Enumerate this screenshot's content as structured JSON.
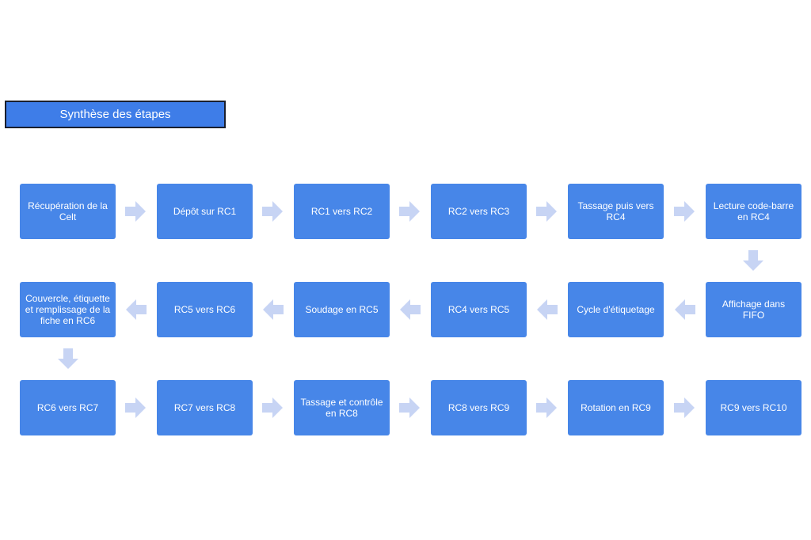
{
  "title": "Synthèse des étapes",
  "colors": {
    "step_fill": "#4786e8",
    "arrow_fill": "#c7d4f4",
    "title_border": "#1a1f2e"
  },
  "steps": [
    "Récupération de la Celt",
    "Dépôt sur RC1",
    "RC1 vers RC2",
    "RC2 vers RC3",
    "Tassage puis vers RC4",
    "Lecture code-barre en RC4",
    "Affichage dans FIFO",
    "Cycle d'étiquetage",
    "RC4 vers RC5",
    "Soudage en RC5",
    "RC5 vers RC6",
    "Couvercle, étiquette et remplissage de la fiche en RC6",
    "RC6 vers RC7",
    "RC7 vers RC8",
    "Tassage et contrôle en RC8",
    "RC8 vers RC9",
    "Rotation en RC9",
    "RC9 vers RC10"
  ]
}
